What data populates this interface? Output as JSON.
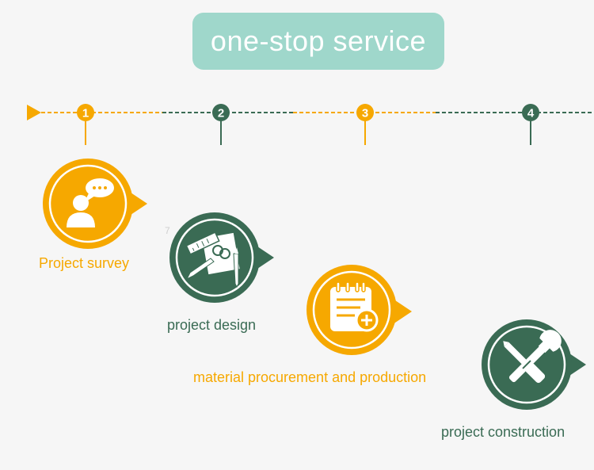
{
  "title": "one-stop service",
  "colors": {
    "orange": "#f6a800",
    "green": "#3a6b54",
    "pill": "#9fd7cb",
    "background": "#f6f6f6"
  },
  "steps": [
    {
      "number": "1",
      "label": "Project survey",
      "icon": "person-speech-icon",
      "color": "#f6a800"
    },
    {
      "number": "2",
      "label": "project design",
      "icon": "drawing-tools-icon",
      "color": "#3a6b54"
    },
    {
      "number": "3",
      "label": "material procurement and production",
      "icon": "notepad-plus-icon",
      "color": "#f6a800"
    },
    {
      "number": "4",
      "label": "project construction",
      "icon": "wrench-screwdriver-icon",
      "color": "#3a6b54"
    }
  ]
}
